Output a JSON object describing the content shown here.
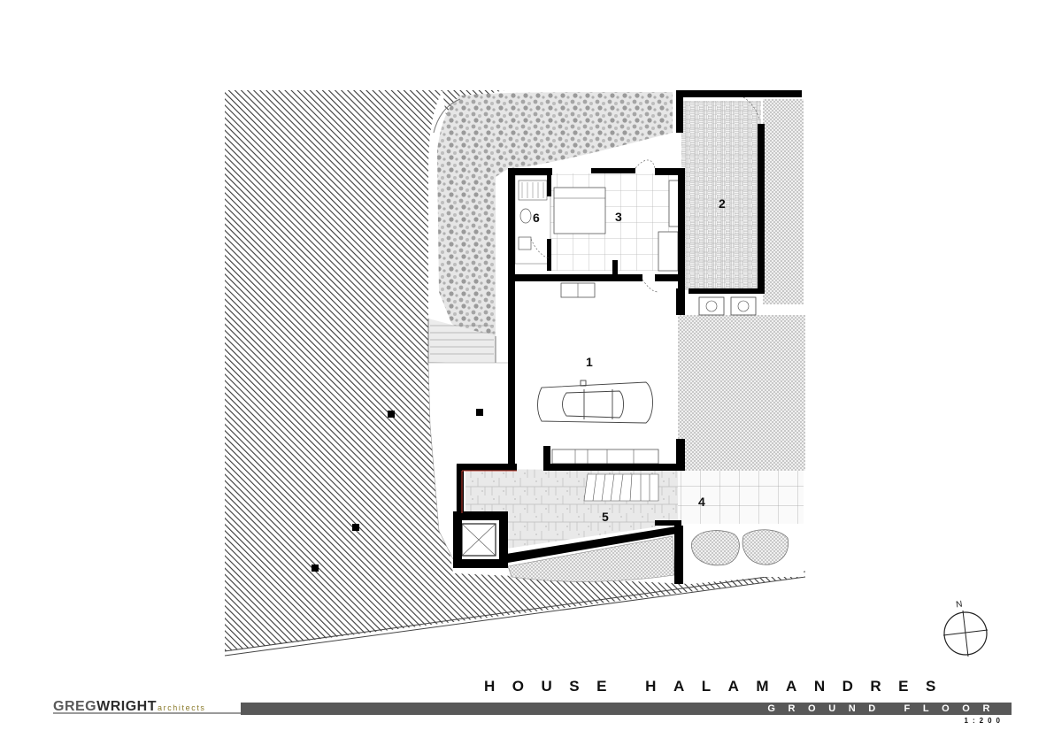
{
  "drawing": {
    "title": "HOUSE HALAMANDRES",
    "subtitle": "GROUND FLOOR",
    "scale": "1:200"
  },
  "firm": {
    "name_part1": "GREG",
    "name_part2": "WRIGHT",
    "suffix": "architects"
  },
  "room_labels": [
    "1",
    "2",
    "3",
    "4",
    "5",
    "6"
  ],
  "north_label": "N",
  "colors": {
    "wall": "#000000",
    "hatch": "#3a3a3a",
    "paving": "#cfcfcf",
    "garden": "#bdbdbd",
    "title_bar": "#585858",
    "logo_accent": "#8a7a2a"
  }
}
